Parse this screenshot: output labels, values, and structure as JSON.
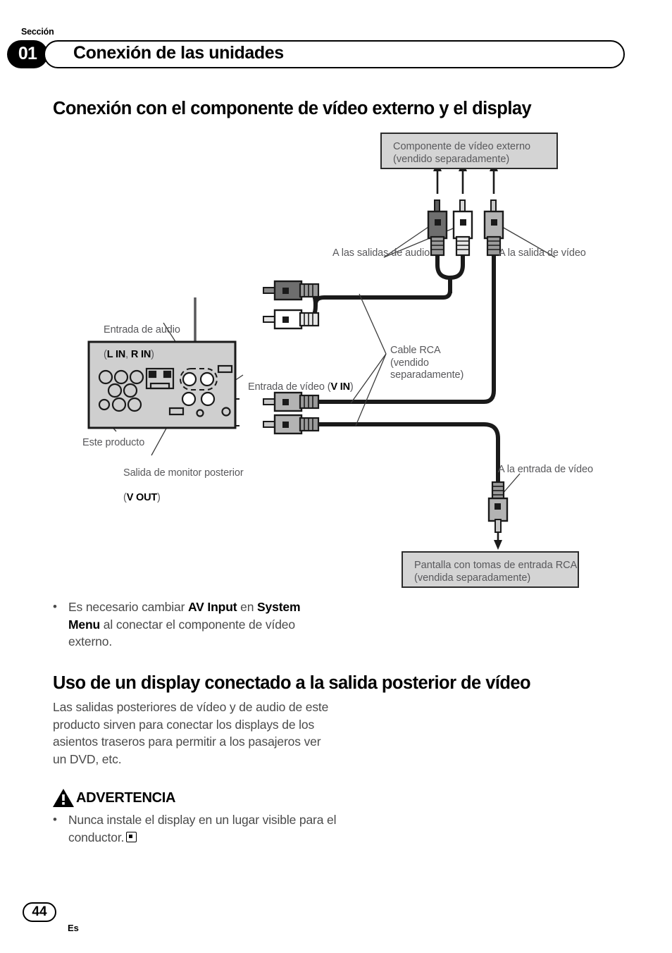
{
  "header": {
    "section_word": "Sección",
    "section_number": "01",
    "section_title": "Conexión de las unidades"
  },
  "main_heading": "Conexión con el componente de vídeo externo y el display",
  "diagram": {
    "external_component_box": "Componente de vídeo externo\n(vendido separadamente)",
    "display_box": "Pantalla con tomas de entrada RCA\n(vendida separadamente)",
    "label_audio_outputs": "A las salidas de audio",
    "label_video_output": "A la salida de vídeo",
    "label_audio_input_line1": "Entrada de audio",
    "label_audio_input_line2_pre": "(",
    "label_audio_input_l": "L IN",
    "label_audio_input_mid": ", ",
    "label_audio_input_r": "R IN",
    "label_audio_input_line2_post": ")",
    "label_video_input_pre": "Entrada de vídeo (",
    "label_video_input_bold": "V IN",
    "label_video_input_post": ")",
    "label_rca_cable": "Cable RCA\n(vendido\nseparadamente)",
    "label_this_product": "Este producto",
    "label_rear_monitor_out_line1": "Salida de monitor posterior",
    "label_rear_monitor_out_pre": "(",
    "label_rear_monitor_out_bold": "V OUT",
    "label_rear_monitor_out_post": ")",
    "label_to_video_input": "A la entrada de vídeo",
    "colors": {
      "box_fill": "#d4d4d4",
      "box_border": "#2b2b2b",
      "unit_fill": "#cfcfcf",
      "plug_red": "#6e6e6e",
      "plug_white": "#ffffff",
      "plug_video": "#b3b3b3",
      "cable": "#1a1a1a",
      "label_text": "#58585b"
    }
  },
  "notes": {
    "av_input_bullet_dot": "•",
    "av_input_pre": "Es necesario cambiar ",
    "av_input_bold1": "AV Input",
    "av_input_mid": " en ",
    "av_input_bold2": "System Menu",
    "av_input_post": " al conectar el componente de vídeo externo."
  },
  "sub_heading": "Uso de un display conectado a la salida posterior de vídeo",
  "paragraph_rear": "Las salidas posteriores de vídeo y de audio de este producto sirven para conectar los displays de los asientos traseros para permitir a los pasajeros ver un DVD, etc.",
  "warning": {
    "title": "ADVERTENCIA",
    "bullet_dot": "•",
    "bullet_text": "Nunca instale el display en un lugar visible para el conductor."
  },
  "footer": {
    "page_number": "44",
    "language_code": "Es"
  }
}
